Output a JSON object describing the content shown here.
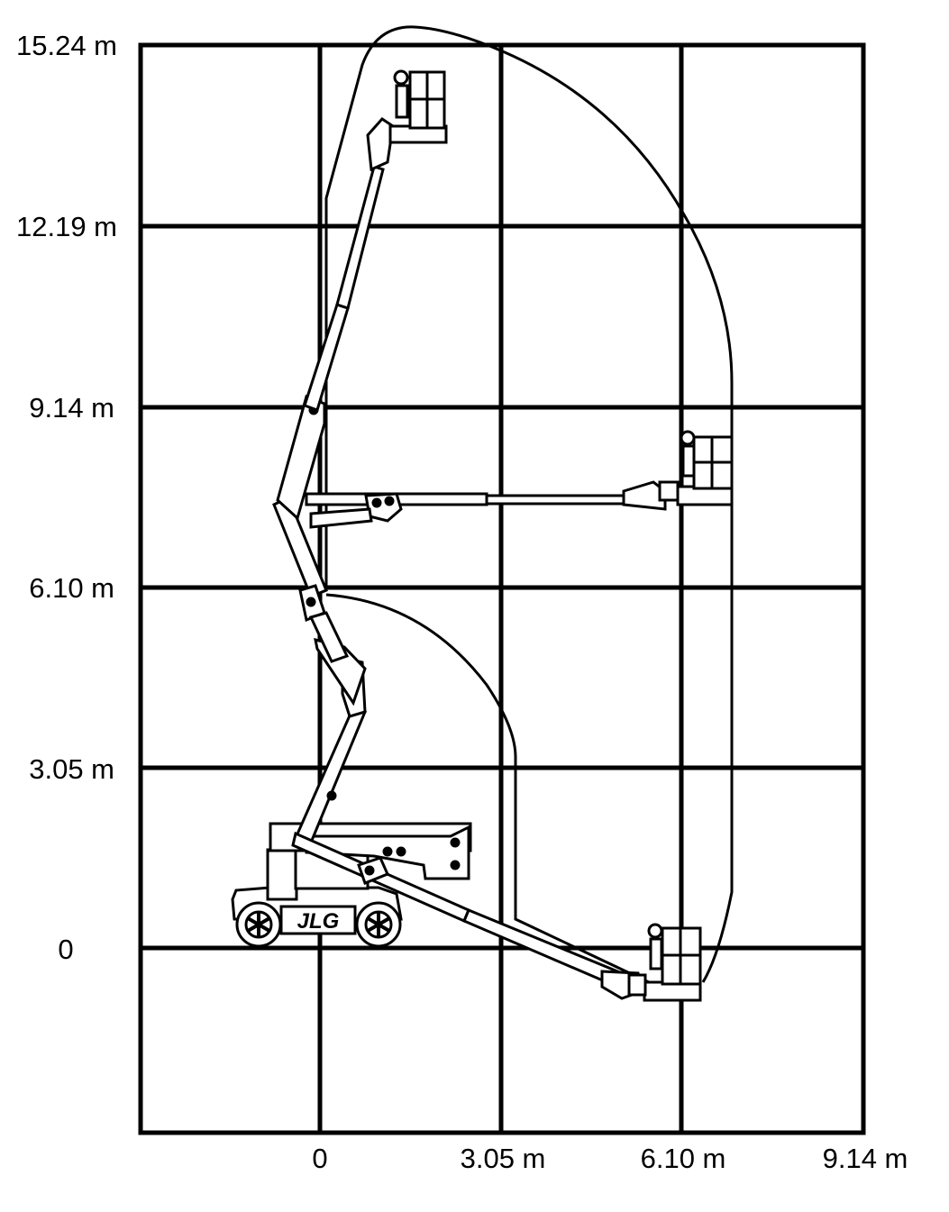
{
  "y_axis": {
    "labels": [
      "15.24 m",
      "12.19 m",
      "9.14 m",
      "6.10 m",
      "3.05 m",
      "0"
    ]
  },
  "x_axis": {
    "labels": [
      "0",
      "3.05 m",
      "6.10 m",
      "9.14 m"
    ]
  },
  "machine": {
    "logo": "JLG"
  },
  "colors": {
    "line": "#000000",
    "background": "#ffffff"
  }
}
